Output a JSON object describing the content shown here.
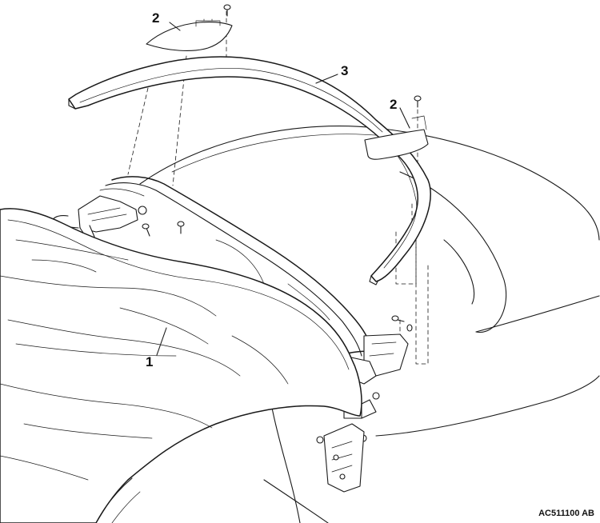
{
  "callouts": [
    {
      "id": "2a",
      "label": "2"
    },
    {
      "id": "3",
      "label": "3"
    },
    {
      "id": "2b",
      "label": "2"
    },
    {
      "id": "1",
      "label": "1"
    }
  ],
  "reference_code": "AC511100 AB"
}
